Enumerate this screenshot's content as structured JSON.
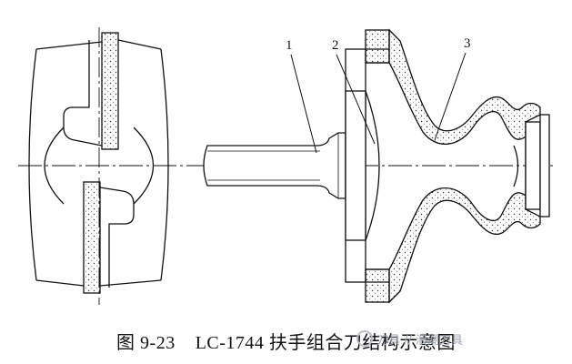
{
  "figure": {
    "label_1": "1",
    "label_2": "2",
    "label_3": "3",
    "caption_number": "图 9-23",
    "caption_title": "LC-1744 扶手组合刀结构示意图",
    "watermark": "刀具 // 浪潮刀具"
  }
}
